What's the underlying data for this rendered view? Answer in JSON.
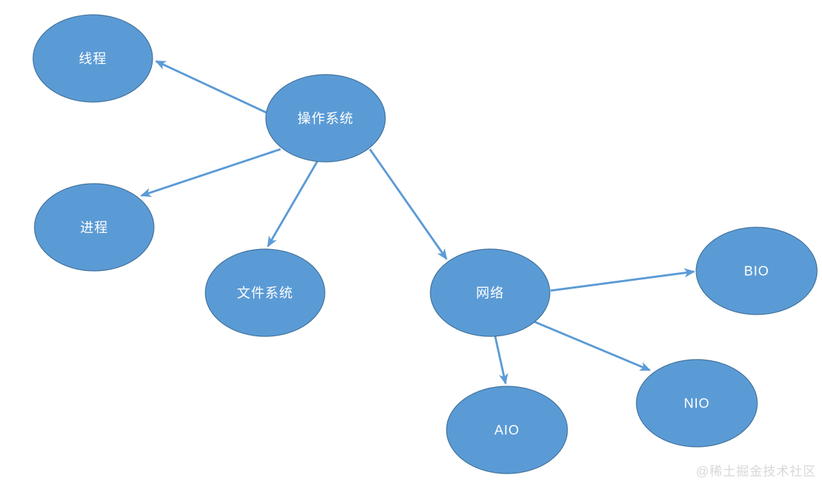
{
  "diagram": {
    "background": "#ffffff",
    "colors": {
      "node_fill": "#5b9bd5",
      "node_border": "#41719c",
      "arrow": "#5b9bd5",
      "label_text": "#ffffff",
      "watermark_text": "#d8d8d8"
    },
    "nodes": [
      {
        "id": "thread",
        "label": "线程"
      },
      {
        "id": "os",
        "label": "操作系统"
      },
      {
        "id": "process",
        "label": "进程"
      },
      {
        "id": "filesystem",
        "label": "文件系统"
      },
      {
        "id": "network",
        "label": "网络"
      },
      {
        "id": "bio",
        "label": "BIO"
      },
      {
        "id": "nio",
        "label": "NIO"
      },
      {
        "id": "aio",
        "label": "AIO"
      }
    ],
    "edges": [
      {
        "from": "操作系统",
        "to": "线程"
      },
      {
        "from": "操作系统",
        "to": "进程"
      },
      {
        "from": "操作系统",
        "to": "文件系统"
      },
      {
        "from": "操作系统",
        "to": "网络"
      },
      {
        "from": "网络",
        "to": "BIO"
      },
      {
        "from": "网络",
        "to": "NIO"
      },
      {
        "from": "网络",
        "to": "AIO"
      }
    ],
    "watermark": "@稀土掘金技术社区"
  }
}
